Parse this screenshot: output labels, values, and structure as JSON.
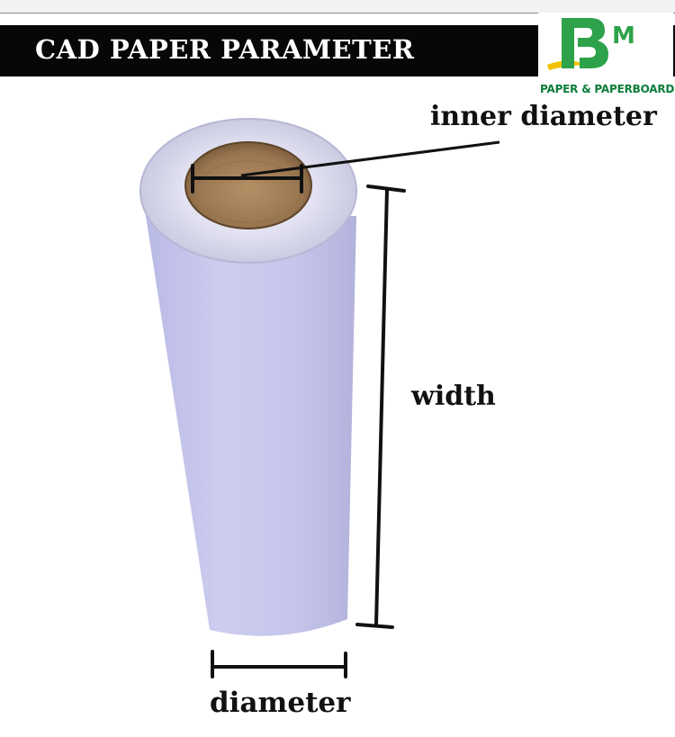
{
  "header": {
    "title": "CAD PAPER PARAMETER",
    "background": "#070707"
  },
  "logo": {
    "letters": "BM",
    "tagline": "PAPER & PAPERBOARD",
    "colors": {
      "green": "#2ea24a",
      "yellow": "#f2c200",
      "dark_green": "#0b7d3a"
    }
  },
  "labels": {
    "inner_diameter": "inner diameter",
    "width": "width",
    "diameter": "diameter"
  },
  "roll": {
    "paper_color": "#c9c9ee",
    "core_color": "#9c7a55"
  }
}
